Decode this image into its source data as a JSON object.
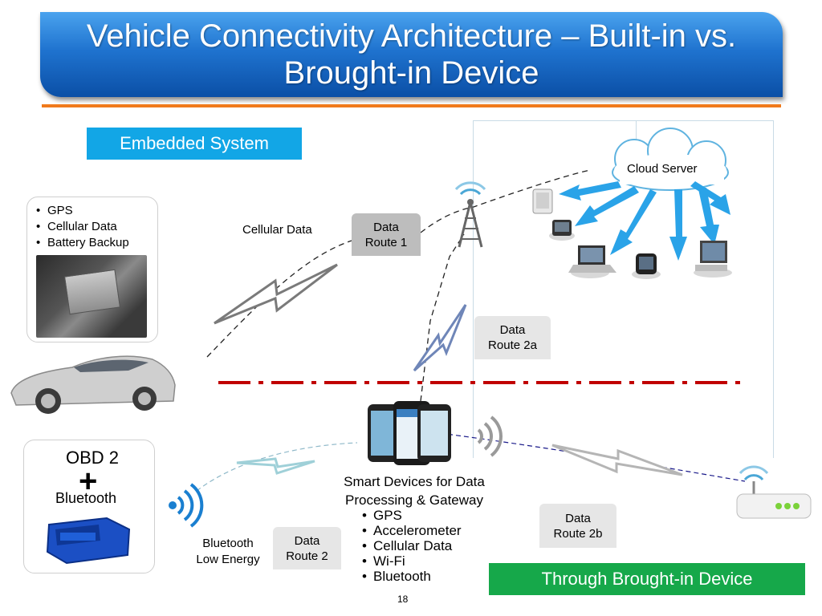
{
  "title": "Vehicle Connectivity Architecture – Built-in vs. Brought-in Device",
  "labels": {
    "embedded_system": "Embedded System",
    "brought_in": "Through Brought-in Device",
    "cloud_server": "Cloud Server",
    "cellular_data": "Cellular Data",
    "obd2": "OBD 2",
    "plus": "+",
    "bluetooth": "Bluetooth",
    "ble_line1": "Bluetooth",
    "ble_line2": "Low Energy",
    "smart_line1": "Smart Devices for Data",
    "smart_line2": "Processing & Gateway",
    "page_number": "18"
  },
  "routes": {
    "route1": {
      "line1": "Data",
      "line2": "Route 1"
    },
    "route2a": {
      "line1": "Data",
      "line2": "Route 2a"
    },
    "route2b": {
      "line1": "Data",
      "line2": "Route 2b"
    },
    "route2": {
      "line1": "Data",
      "line2": "Route 2"
    }
  },
  "embedded_features": [
    "GPS",
    "Cellular Data",
    "Battery Backup"
  ],
  "smart_device_features": [
    "GPS",
    "Accelerometer",
    "Cellular Data",
    "Wi-Fi",
    "Bluetooth"
  ],
  "colors": {
    "title_blue": "#1f73cf",
    "accent_orange": "#f07a1c",
    "embedded_blue": "#12a6e6",
    "brought_green": "#16a84a",
    "divider_red": "#c00000",
    "arrow_blue": "#2aa3e8"
  },
  "icons": [
    "cell-tower-icon",
    "cloud-icon",
    "car-icon",
    "smartphone-icon",
    "wifi-router-icon",
    "bluetooth-wave-icon",
    "lightning-link-icon",
    "laptop-icon",
    "monitor-icon",
    "tablet-icon"
  ]
}
